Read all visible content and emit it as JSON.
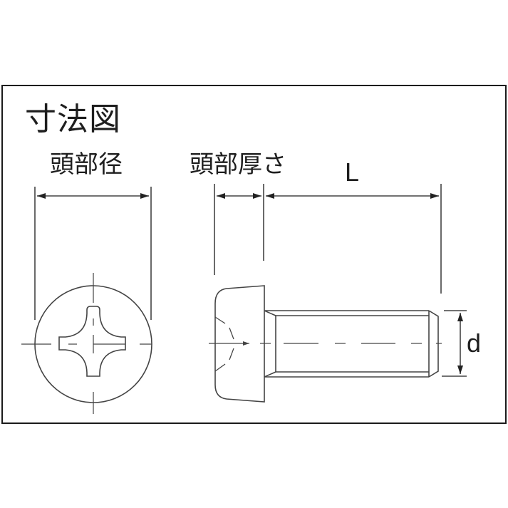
{
  "diagram": {
    "title": "寸法図",
    "labels": {
      "head_diameter": "頭部径",
      "head_thickness": "頭部厚さ",
      "length": "L",
      "diameter": "d"
    },
    "subject": "Phillips pan head machine screw dimension drawing",
    "views": [
      "top-view",
      "side-view"
    ],
    "colors": {
      "line": "#333333",
      "frame": "#1a1a1a",
      "background": "#ffffff"
    }
  }
}
